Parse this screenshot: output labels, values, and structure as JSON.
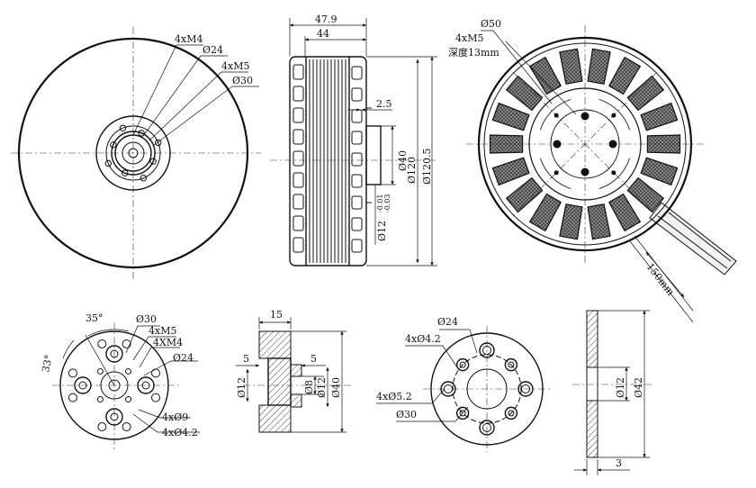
{
  "labels": {
    "front_4xm4": "4xM4",
    "front_d24": "Ø24",
    "front_4xm5": "4xM5",
    "front_d30": "Ø30",
    "side_47_9": "47.9",
    "side_44": "44",
    "side_2_5": "2.5",
    "side_d40": "Ø40",
    "side_d120": "Ø120",
    "side_d120_5": "Ø120.5",
    "side_d12": "Ø12",
    "side_tol_upper": "-0.01",
    "side_tol_lower": "-0.03",
    "rear_d50": "Ø50",
    "rear_4xm5": "4xM5",
    "rear_depth": "深度13mm",
    "rear_150mm": "150mm",
    "mount_35": "35°",
    "mount_33": "33°",
    "mount_d30": "Ø30",
    "mount_4xm5": "4xM5",
    "mount_4xm4": "4XM4",
    "mount_d24": "Ø24",
    "mount_4x9": "4xØ9",
    "mount_4x4_2": "4xØ4.2",
    "hub_15": "15",
    "hub_5a": "5",
    "hub_5b": "5",
    "hub_d12a": "Ø12",
    "hub_d8": "Ø8",
    "hub_d12b": "Ø12",
    "hub_d40": "Ø40",
    "adapter_d24": "Ø24",
    "adapter_4x4_2": "4xØ4.2",
    "adapter_4x5_2": "4xØ5.2",
    "adapter_d30": "Ø30",
    "washer_d12": "Ø12",
    "washer_d42": "Ø42",
    "washer_3": "3"
  }
}
